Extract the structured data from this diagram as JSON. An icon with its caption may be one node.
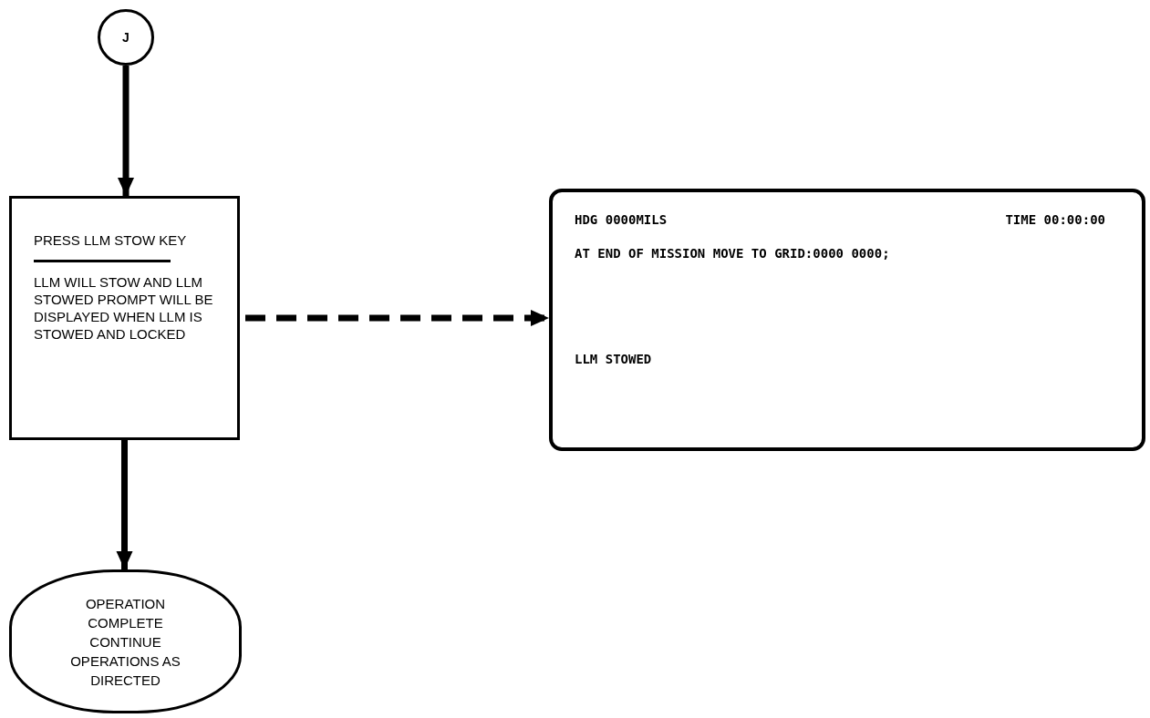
{
  "diagram": {
    "nodes": [
      {
        "text": [
          "J"
        ]
      },
      {
        "text": [
          "PRESS LLM STOW KEY",
          "LLM WILL STOW AND LLM STOWED PROMPT WILL BE DISPLAYED WHEN LLM IS STOWED AND LOCKED"
        ]
      },
      {
        "text": [
          "OPERATION COMPLETE CONTINUE OPERATIONS AS DIRECTED"
        ]
      },
      {
        "text": [
          "HDG 0000MILS",
          "TIME 00:00:00",
          "AT END OF MISSION MOVE TO GRID:0000 0000;",
          "LLM STOWED"
        ]
      }
    ],
    "edges": [
      {
        "from": 0,
        "to": 1,
        "arrow": "to"
      },
      {
        "from": 1,
        "to": 2,
        "arrow": "to"
      },
      {
        "from": 1,
        "to": 3,
        "arrow": "to",
        "style": "dashed"
      }
    ]
  }
}
